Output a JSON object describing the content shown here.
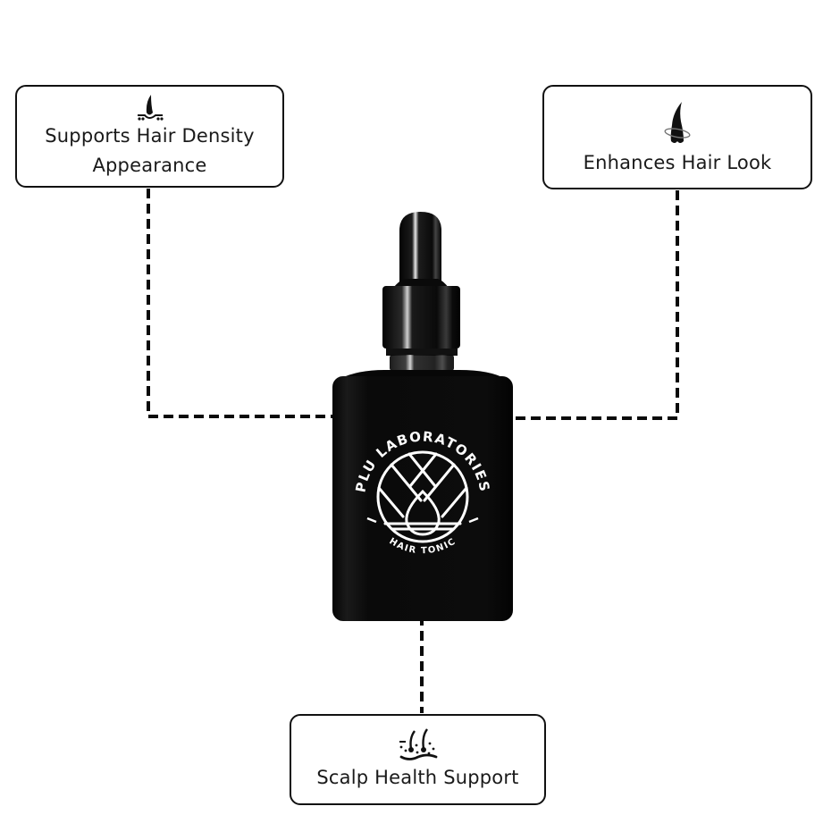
{
  "diagram": {
    "title": "",
    "product": {
      "brand": "PLU LABORATORIES",
      "product_name": "HAIR TONIC",
      "type": "black dropper bottle",
      "logo": "lotus-drop-emblem"
    },
    "callouts": [
      {
        "id": "left",
        "icon": "hair-follicle-icon",
        "lines": [
          "Supports Hair Density",
          "Appearance"
        ]
      },
      {
        "id": "right",
        "icon": "hair-strand-shine-icon",
        "lines": [
          "Enhances Hair Look"
        ]
      },
      {
        "id": "bottom",
        "icon": "scalp-icon",
        "lines": [
          "Scalp Health Support"
        ]
      }
    ],
    "connector_style": "dashed",
    "colors": {
      "background": "#ffffff",
      "border": "#111111",
      "text": "#1a1a1a",
      "bottle": "#0b0b0b",
      "logo": "#ffffff"
    }
  }
}
